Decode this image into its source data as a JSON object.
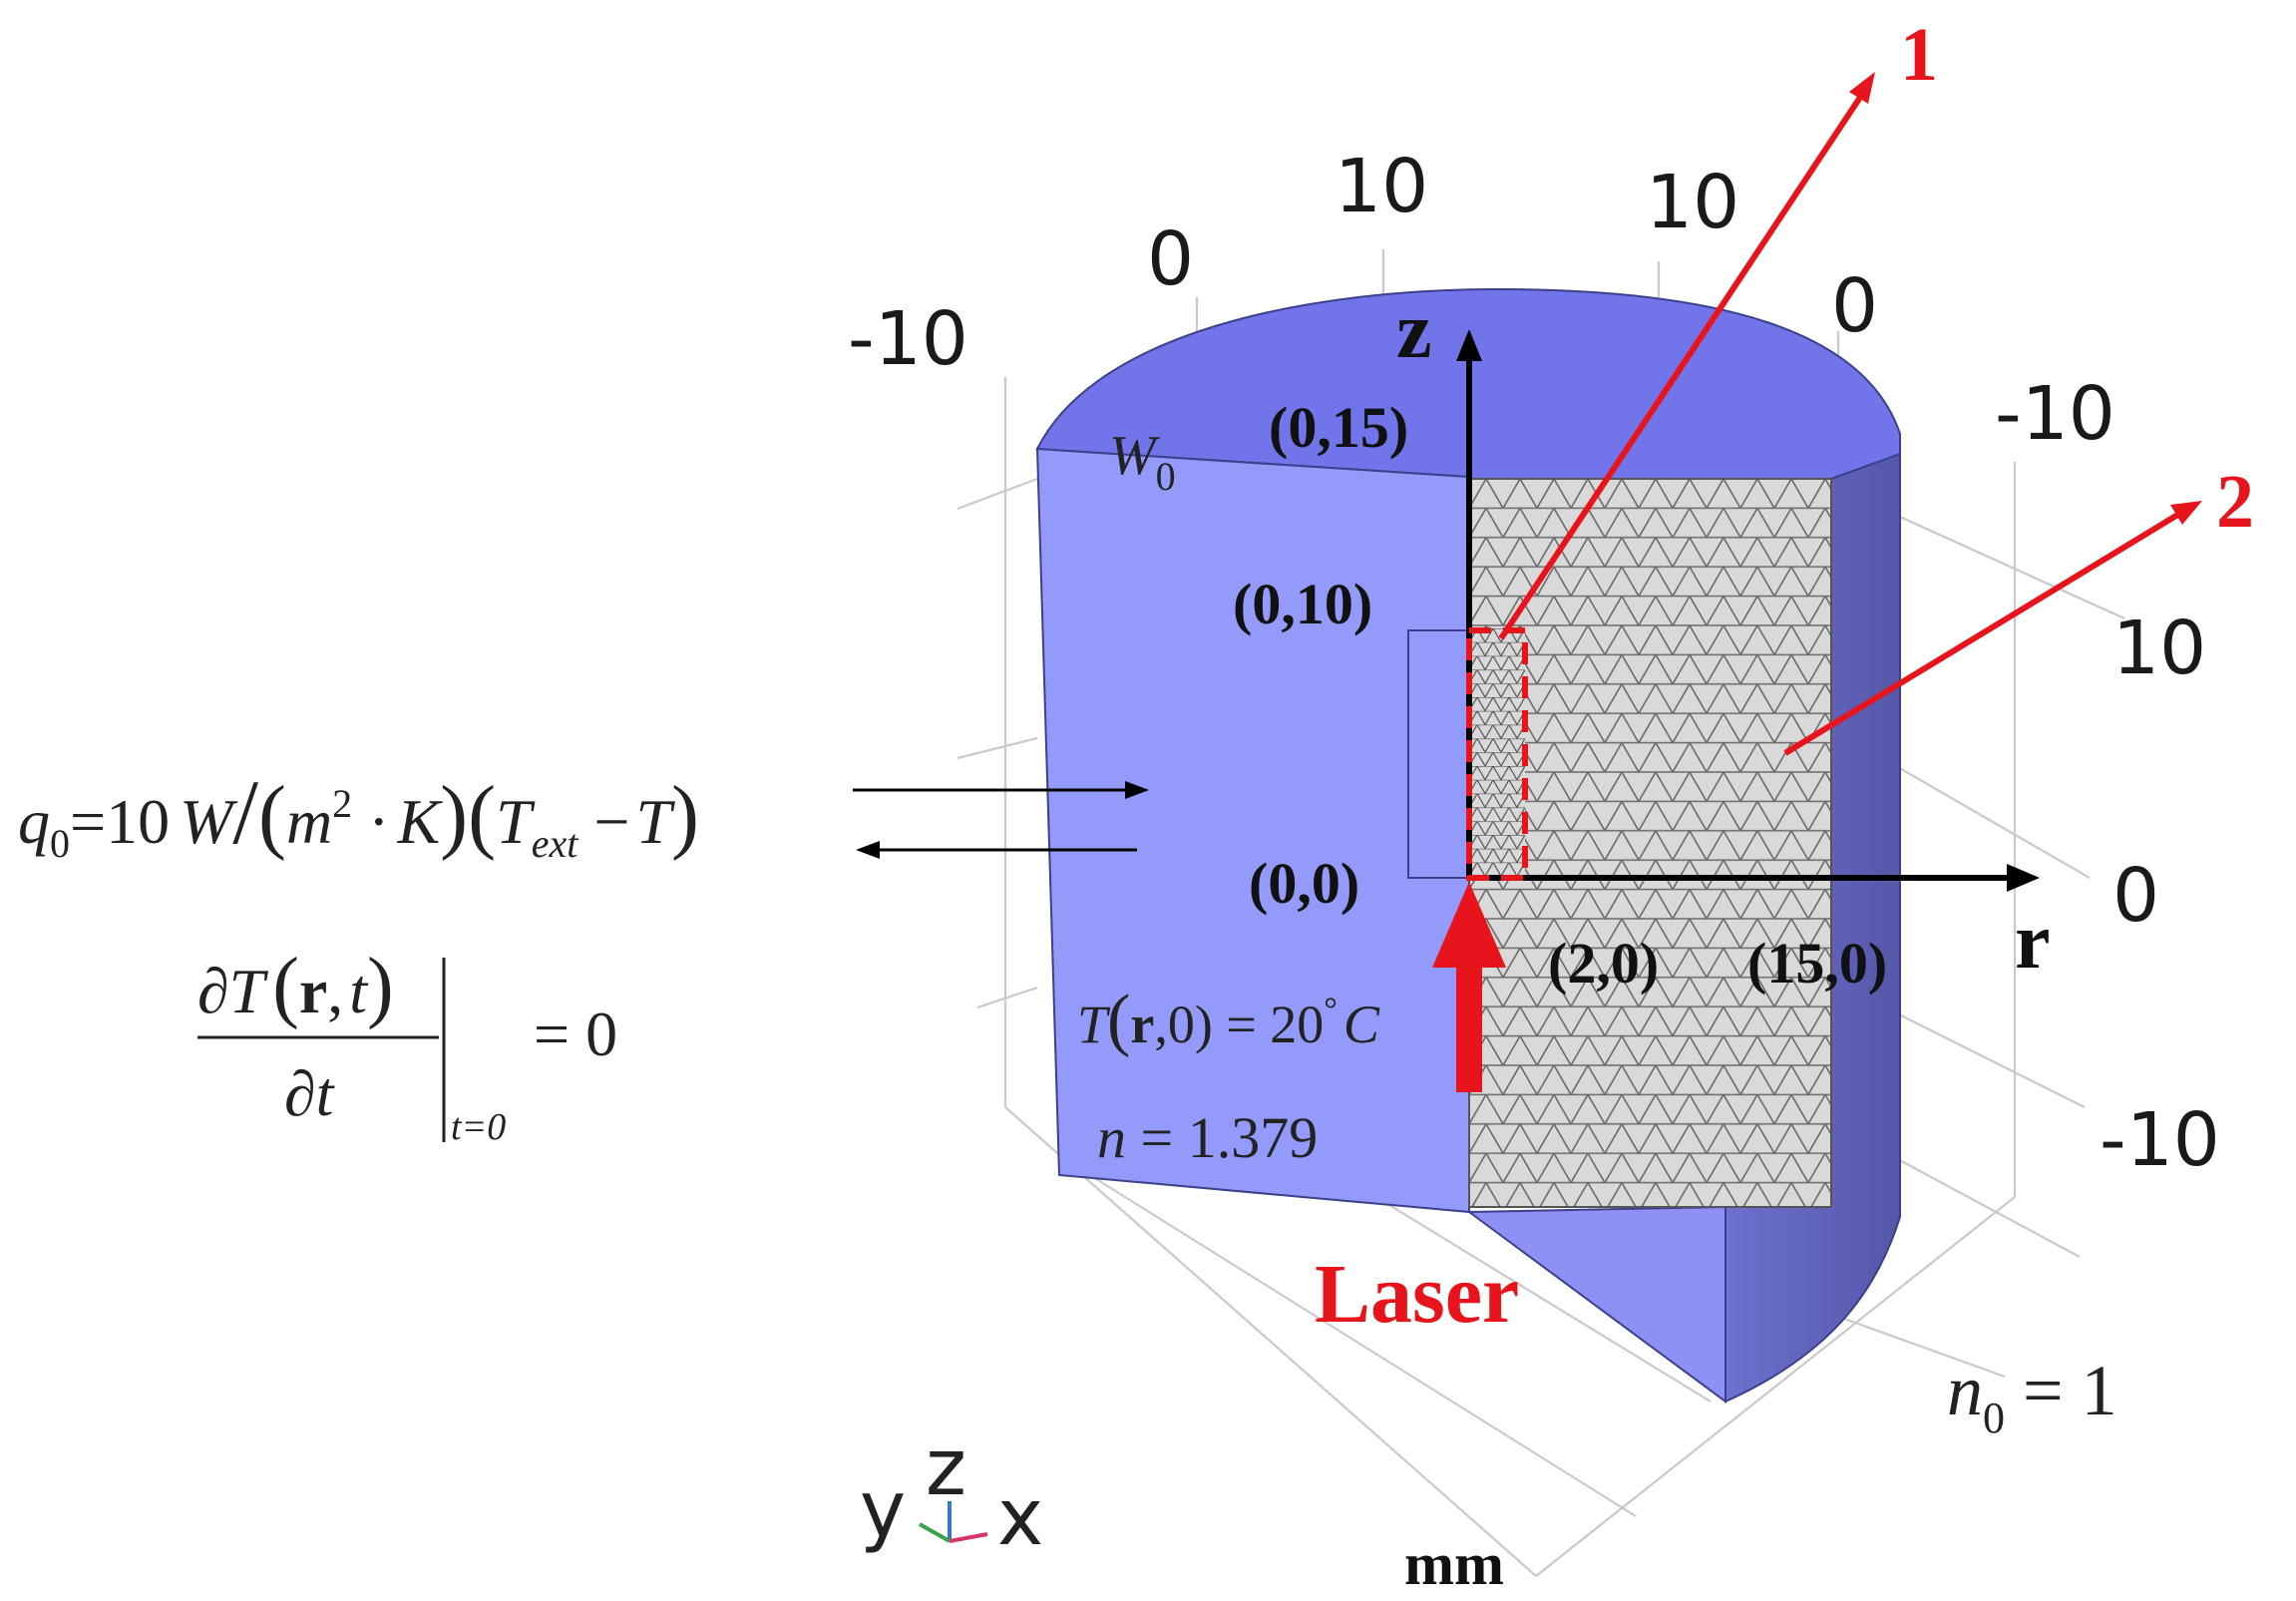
{
  "ticks": {
    "t1": "-10",
    "t2": "0",
    "t3": "10",
    "t4": "10",
    "t5": "0",
    "t6": "-10",
    "t7": "10",
    "t8": "0",
    "t9": "-10"
  },
  "axes": {
    "z": "z",
    "r": "r"
  },
  "coords": {
    "c015": "(0,15)",
    "c010": "(0,10)",
    "c00": "(0,0)",
    "c20": "(2,0)",
    "c150": "(15,0)"
  },
  "regions": {
    "region1": "1",
    "region2": "2"
  },
  "laser": "Laser",
  "unit": "mm",
  "triad": {
    "y": "y",
    "z": "z",
    "x": "x"
  },
  "equations": {
    "w0_base": "W",
    "w0_sub": "0",
    "q_lhs": "q",
    "q_sub": "0",
    "q_eq": "=10",
    "q_W": "W",
    "q_slash": "/",
    "q_lp": "(",
    "q_m": "m",
    "q_sup": "2",
    "q_dot": " ·",
    "q_K": "K",
    "q_rp": ")",
    "q_lp2": "(",
    "q_T": "T",
    "q_ext": "ext",
    "q_minus": " −",
    "q_T2": "T",
    "q_rp2": ")",
    "d_num1": "∂T",
    "d_num2": "(",
    "d_num3": "r",
    "d_num4": ",",
    "d_num5": "t",
    "d_num6": ")",
    "d_den": "∂t",
    "d_eval": "t=0",
    "d_rhs": "= 0",
    "t_T": "T",
    "t_lp": "(",
    "t_r": "r",
    "t_rest": ",0)",
    "t_eq": " = 20",
    "t_deg": "°",
    "t_C": "C",
    "n_n": "n",
    "n_val": " = 1.379",
    "n0_n": "n",
    "n0_sub": "0",
    "n0_val": " = 1"
  },
  "colors": {
    "cylinder": "#8e90f5",
    "cylinder_top": "#7275ea",
    "cylinder_dark": "#5f63ba",
    "mesh": "#d9d9d9",
    "accent": "#e8141c"
  }
}
